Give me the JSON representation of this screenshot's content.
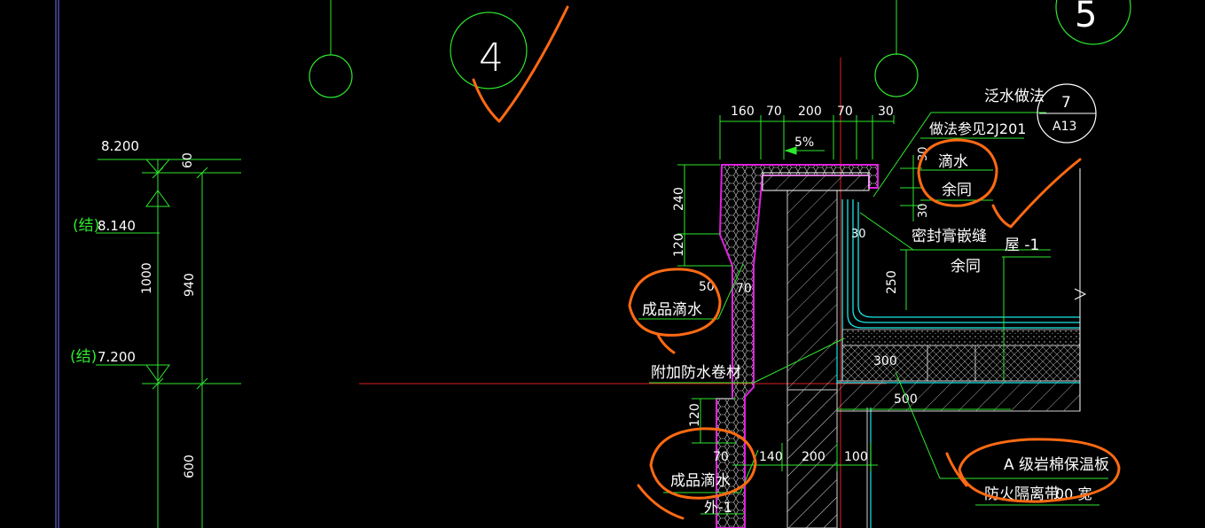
{
  "colors": {
    "background": "#000000",
    "dim_green": "#2ee82e",
    "white": "#ffffff",
    "magenta": "#e020e0",
    "cyan": "#19e6e6",
    "red": "#e02020",
    "orange": "#ff6a13",
    "grid_purple": "#7b6cff",
    "gray": "#cfcfcf"
  },
  "axis_bubbles": {
    "axis_4": "4",
    "axis_5": "5"
  },
  "elevations": {
    "top": "8.200",
    "struct_upper_prefix": "(结)",
    "struct_upper": "8.140",
    "struct_lower_prefix": "(结)",
    "struct_lower": "7.200",
    "dims": [
      "60",
      "1000",
      "940",
      "600"
    ]
  },
  "top_dims": [
    "160",
    "70",
    "200",
    "70",
    "30"
  ],
  "slope": "5%",
  "side_dims": [
    "240",
    "120",
    "50",
    "70",
    "30",
    "30",
    "30",
    "250",
    "300",
    "500",
    "120",
    "70",
    "140",
    "200",
    "100"
  ],
  "reference": {
    "title": "泛水做法",
    "number": "7",
    "sheet": "A13",
    "note": "做法参见2J201"
  },
  "labels": {
    "drip_top": "滴水",
    "same_top": "余同",
    "sealant": "密封膏嵌缝",
    "same_mid": "余同",
    "roof": "屋 -1",
    "drip_mid": "成品滴水",
    "extra_membrane": "附加防水卷材",
    "drip_bottom": "成品滴水",
    "outer": "外-1",
    "insulation": "A 级岩棉保温板",
    "firebreak": "防火隔离带",
    "firebreak_width": "00 宽"
  }
}
